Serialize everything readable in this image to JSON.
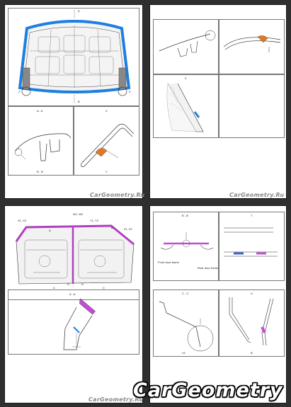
{
  "watermark": {
    "small": "CarGeometry.Ru",
    "large": "CarGeometry"
  },
  "page1": {
    "top_marks": [
      "A",
      "B"
    ],
    "side_marks": [
      "Z",
      "Z"
    ],
    "grid": [
      {
        "title": "A - A",
        "footer": "B - B"
      },
      {
        "title": "X",
        "footer": "Y"
      }
    ]
  },
  "page2": {
    "rows": [
      {
        "left": "",
        "right": ""
      },
      {
        "left": "Z",
        "right": ""
      }
    ]
  },
  "page3": {
    "marks": [
      "X1, X2",
      "W1, W2",
      "Z1, Z2",
      "Y1, Y2",
      "A",
      "B",
      "C",
      "C",
      "D",
      "D"
    ],
    "section_title": "A - A"
  },
  "page4": {
    "grid": [
      {
        "title": "B - B",
        "notes": [
          "Front door frame",
          "Rear door frame"
        ]
      },
      {
        "title": "T",
        "notes": []
      },
      {
        "title": "C - C",
        "footer": "V1",
        "notes": []
      },
      {
        "title": "U",
        "footer": "B",
        "notes": []
      }
    ]
  }
}
